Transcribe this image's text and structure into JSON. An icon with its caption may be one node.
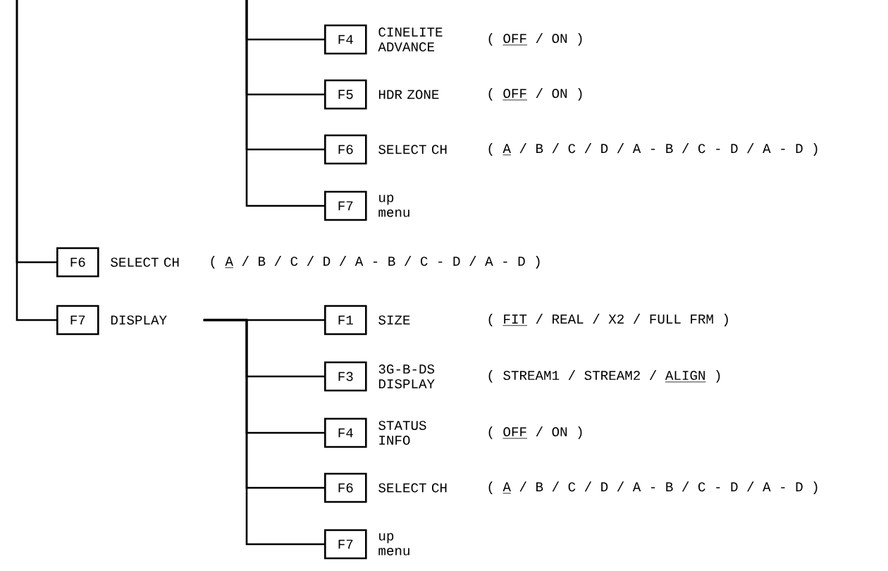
{
  "diagram": {
    "nodes": [
      {
        "text": [
          "F4"
        ],
        "beside": [
          "CINELITE ADVANCE",
          "(",
          "OFF",
          "/ ON )"
        ]
      },
      {
        "text": [
          "F5"
        ],
        "beside": [
          "HDR ZONE",
          "(",
          "OFF",
          "/ ON )"
        ]
      },
      {
        "text": [
          "F6"
        ],
        "beside": [
          "SELECT CH",
          "(",
          "A",
          "/ B / C / D / A - B / C - D / A - D )"
        ]
      },
      {
        "text": [
          "F7"
        ],
        "beside": [
          "up menu"
        ]
      },
      {
        "text": [
          "F6"
        ],
        "beside": [
          "SELECT CH",
          "(",
          "A",
          "/ B / C / D / A - B / C - D / A - D )"
        ]
      },
      {
        "text": [
          "F7"
        ],
        "beside": [
          "DISPLAY"
        ]
      },
      {
        "text": [
          "F1"
        ],
        "beside": [
          "SIZE",
          "(",
          "FIT",
          "/ REAL / X2 / FULL FRM )"
        ]
      },
      {
        "text": [
          "F3"
        ],
        "beside": [
          "3G-B-DS DISPLAY",
          "( STREAM1 / STREAM2 /",
          "ALIGN",
          ")"
        ]
      },
      {
        "text": [
          "F4"
        ],
        "beside": [
          "STATUS INFO",
          "(",
          "OFF",
          "/ ON )"
        ]
      },
      {
        "text": [
          "F6"
        ],
        "beside": [
          "SELECT CH",
          "(",
          "A",
          "/ B / C / D / A - B / C - D / A - D )"
        ]
      },
      {
        "text": [
          "F7"
        ],
        "beside": [
          "up menu"
        ]
      }
    ],
    "edges": [
      {
        "from": null,
        "to": 0,
        "arrow": "none"
      },
      {
        "from": null,
        "to": 1,
        "arrow": "none"
      },
      {
        "from": null,
        "to": 2,
        "arrow": "none"
      },
      {
        "from": null,
        "to": 3,
        "arrow": "none"
      },
      {
        "from": null,
        "to": 4,
        "arrow": "none"
      },
      {
        "from": null,
        "to": 5,
        "arrow": "none"
      },
      {
        "from": 5,
        "to": 6,
        "arrow": "none"
      },
      {
        "from": 5,
        "to": 7,
        "arrow": "none"
      },
      {
        "from": 5,
        "to": 8,
        "arrow": "none"
      },
      {
        "from": 5,
        "to": 9,
        "arrow": "none"
      },
      {
        "from": 5,
        "to": 10,
        "arrow": "none"
      }
    ]
  }
}
